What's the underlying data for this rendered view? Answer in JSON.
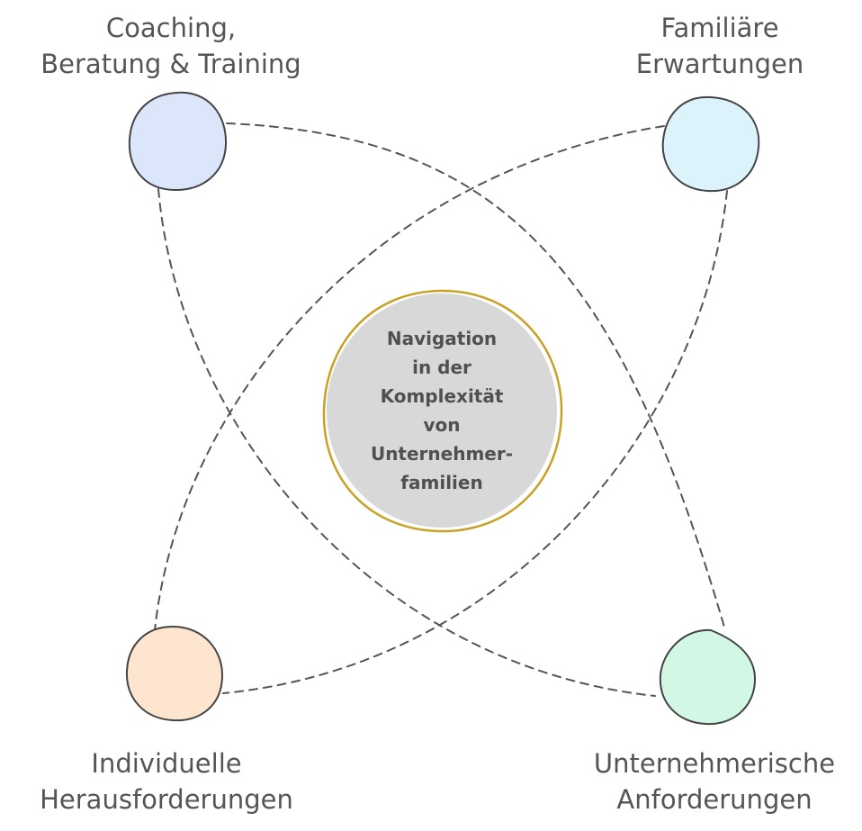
{
  "colors": {
    "line": "#555555",
    "center_fill": "#d8d8d8",
    "center_ring": "#c8a227",
    "outline": "#444444"
  },
  "center": {
    "lines": [
      "Navigation",
      "in der",
      "Komplexität",
      "von",
      "Unternehmer-",
      "familien"
    ]
  },
  "nodes": [
    {
      "id": "coaching",
      "fill": "#dbe6fb",
      "lines": [
        "Coaching,",
        "Beratung & Training"
      ]
    },
    {
      "id": "familiaere",
      "fill": "#dcf3fc",
      "lines": [
        "Familiäre",
        "Erwartungen"
      ]
    },
    {
      "id": "individuelle",
      "fill": "#fde5cf",
      "lines": [
        "Individuelle",
        "Herausforderungen"
      ]
    },
    {
      "id": "unternehmerische",
      "fill": "#d2f7e4",
      "lines": [
        "Unternehmerische",
        "Anforderungen"
      ]
    }
  ]
}
